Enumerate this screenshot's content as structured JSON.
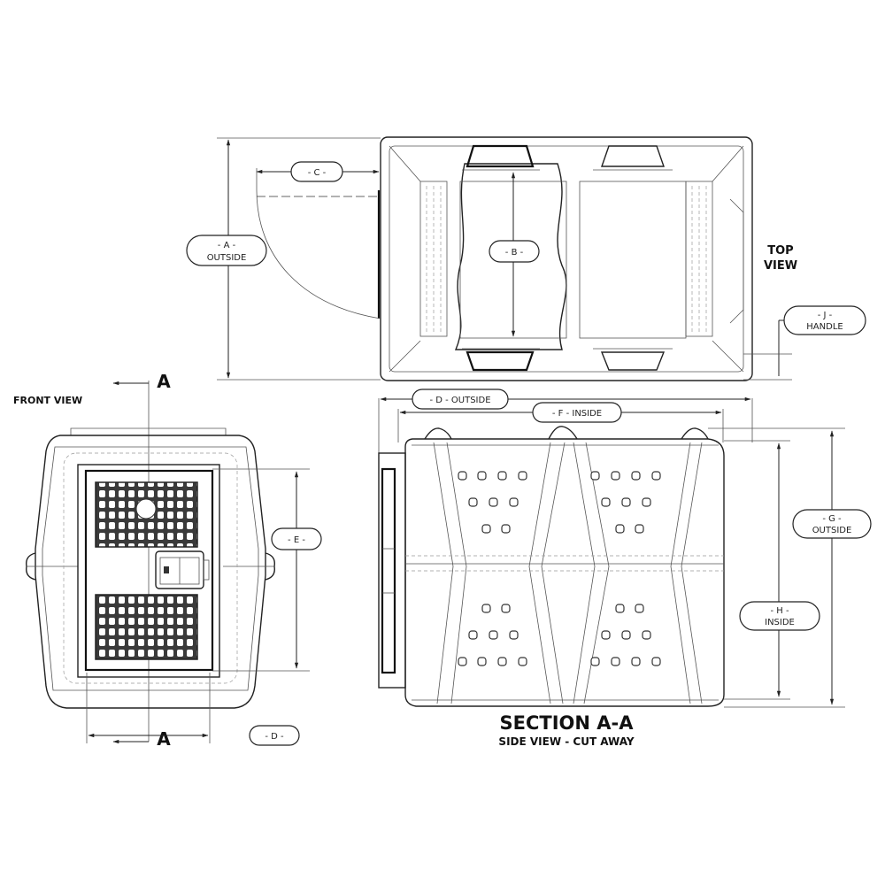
{
  "views": {
    "top_view": {
      "label_line1": "TOP",
      "label_line2": "VIEW"
    },
    "front_view": {
      "label": "FRONT VIEW"
    },
    "section_view": {
      "title": "SECTION A-A",
      "subtitle": "SIDE VIEW - CUT AWAY"
    }
  },
  "section_markers": {
    "top": "A",
    "bottom": "A"
  },
  "dimensions": {
    "A": {
      "letter": "- A -",
      "note": "OUTSIDE"
    },
    "B": {
      "letter": "- B -"
    },
    "C": {
      "letter": "- C -"
    },
    "D_front": {
      "letter": "- D -"
    },
    "D_side": {
      "letter": "- D - OUTSIDE"
    },
    "E": {
      "letter": "- E -"
    },
    "F": {
      "letter": "- F - INSIDE"
    },
    "G": {
      "letter": "- G -",
      "note": "OUTSIDE"
    },
    "H": {
      "letter": "- H -",
      "note": "INSIDE"
    },
    "J": {
      "letter": "- J -",
      "note": "HANDLE"
    }
  }
}
